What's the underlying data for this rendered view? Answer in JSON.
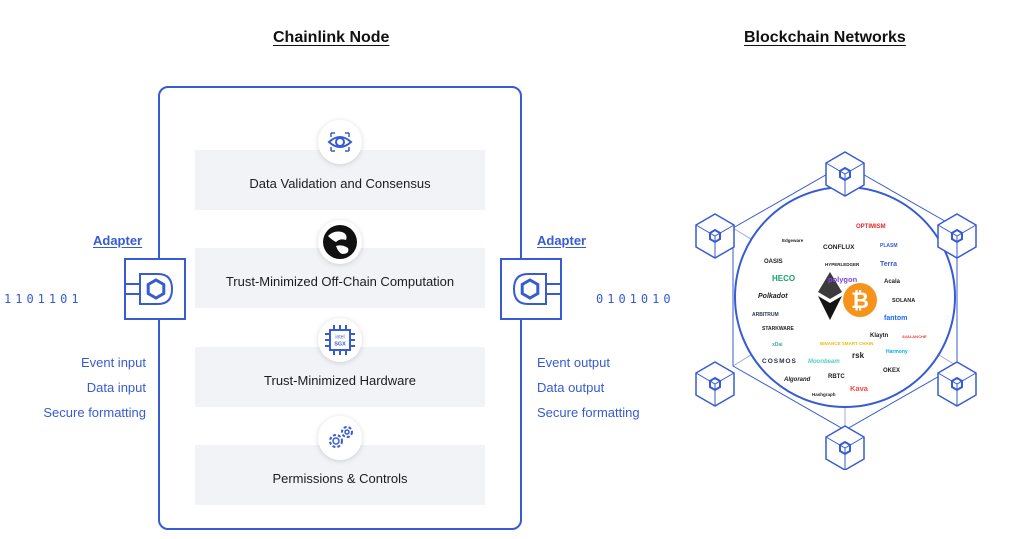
{
  "headings": {
    "node": "Chainlink Node",
    "networks": "Blockchain Networks"
  },
  "layers": [
    {
      "label": "Data Validation and Consensus",
      "icon": "eye-icon"
    },
    {
      "label": "Trust-Minimized Off-Chain Computation",
      "icon": "globe-icon"
    },
    {
      "label": "Trust-Minimized Hardware",
      "icon": "chip-icon",
      "chip_text": [
        "intel",
        "SGX"
      ]
    },
    {
      "label": "Permissions & Controls",
      "icon": "gear-icon"
    }
  ],
  "left_adapter": {
    "label": "Adapter",
    "bits": "1101101",
    "items": [
      "Event input",
      "Data input",
      "Secure formatting"
    ]
  },
  "right_adapter": {
    "label": "Adapter",
    "bits": "0101010",
    "items": [
      "Event output",
      "Data output",
      "Secure formatting"
    ]
  },
  "networks": [
    "OPTIMISM",
    "Edgeware",
    "CONFLUX",
    "PLASM",
    "OASIS",
    "HYPERLEDGER",
    "Terra",
    "HECO",
    "polygon",
    "Acala",
    "Polkadot",
    "SOLANA",
    "ARBITRUM",
    "fantom",
    "STARKWARE",
    "Klaytn",
    "AVALANCHE",
    "xDai",
    "BINANCE SMART CHAIN",
    "Harmony",
    "COSMOS",
    "Moonbeam",
    "rsk",
    "OKEX",
    "Algorand",
    "RBTC",
    "Kava",
    "Hashgraph"
  ],
  "colors": {
    "accent": "#375bd2",
    "layer_bg": "#f1f3f7"
  }
}
